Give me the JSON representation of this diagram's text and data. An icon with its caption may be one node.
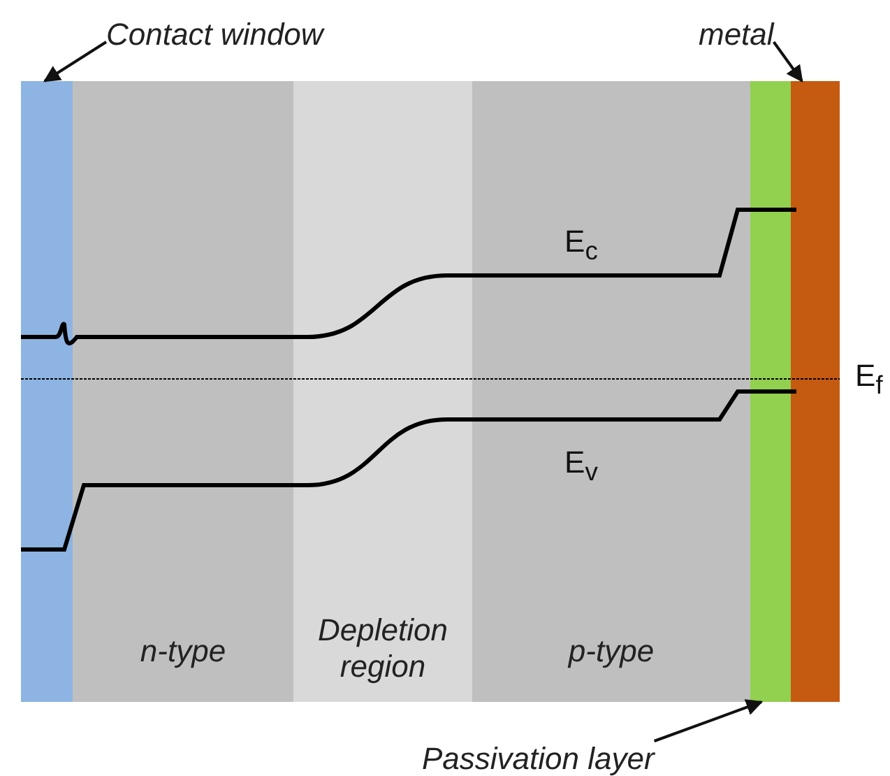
{
  "diagram": {
    "nodes": [
      {
        "text": [
          "Contact window"
        ]
      },
      {
        "text": [],
        "shape": "bar"
      },
      {
        "text": [
          "n-type"
        ]
      },
      {
        "text": [
          "Depletion region"
        ]
      },
      {
        "text": [
          "p-type"
        ]
      },
      {
        "text": [],
        "shape": "bar"
      },
      {
        "text": [],
        "shape": "bar"
      },
      {
        "text": [
          "metal"
        ]
      },
      {
        "text": [
          "Passivation layer"
        ]
      }
    ],
    "edges": [
      {
        "from": 0,
        "to": 1,
        "arrow": "to"
      },
      {
        "from": 7,
        "to": 6,
        "arrow": "to"
      },
      {
        "from": 8,
        "to": 5,
        "arrow": "to"
      }
    ],
    "labels": [
      "E$_{c}$",
      "E$_{f}$",
      "E$_{v}$"
    ]
  }
}
